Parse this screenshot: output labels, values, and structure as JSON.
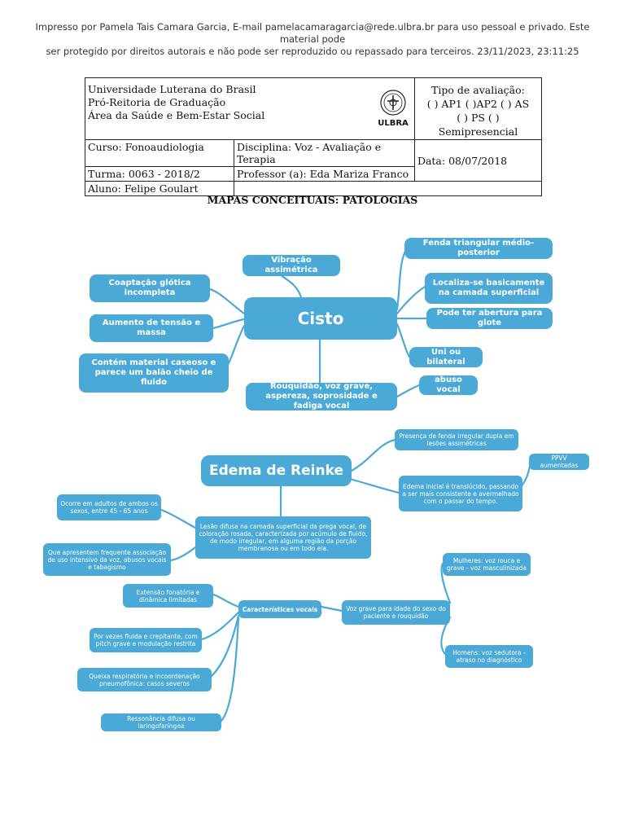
{
  "notice": {
    "line1": "Impresso por Pamela Tais Camara Garcia, E-mail pamelacamaragarcia@rede.ulbra.br para uso pessoal e privado. Este material pode",
    "line2": "ser protegido por direitos autorais e não pode ser reproduzido ou repassado para terceiros. 23/11/2023, 23:11:25"
  },
  "header": {
    "university": "Universidade Luterana do Brasil",
    "prorectory": "Pró-Reitoria de Graduação",
    "area": "Área da Saúde e Bem-Estar Social",
    "logo_text": "ULBRA",
    "eval_title": "Tipo de avaliação:",
    "eval_line1": "( ) AP1  ( )AP2 ( ) AS",
    "eval_line2": "( ) PS  ( ) Semipresencial",
    "course": "Curso: Fonoaudiologia",
    "discipline": "Disciplina: Voz - Avaliação e Terapia",
    "class": "Turma:  0063 - 2018/2",
    "professor": "Professor (a): Eda Mariza Franco",
    "date": "Data: 08/07/2018",
    "student": "Aluno: Felipe Goulart"
  },
  "doc_title": "MAPAS CONCEITUAIS: PATOLOGIAS",
  "cisto": {
    "title": "Cisto",
    "vibracao": "Vibração assimétrica",
    "coaptacao": "Coaptação glótica incompleta",
    "tensao": "Aumento de tensão e massa",
    "caseoso": "Contém material caseoso e parece um balão cheio de fluido",
    "rouquidao": "Rouquidão, voz grave, aspereza, soprosidade e fadiga vocal",
    "fenda": "Fenda triangular médio-posterior",
    "localiza": "Localiza-se basicamente na camada superficial",
    "abertura": "Pode ter abertura para glote",
    "uni": "Uni ou bilateral",
    "abuso": "abuso vocal"
  },
  "edema": {
    "title": "Edema de Reinke",
    "fenda_dupla": "Presença de fenda irregular dupla em lesões assimétricas",
    "ppvv": "PPVV aumentadas",
    "edema_inicial": "Edema inicial é translúcido, passando a ser mais consistente e avermelhado com o passar do tempo.",
    "adultos": "Ocorre em adultos de ambos os sexos, entre 45 - 65 anos",
    "lesao": "Lesão difusa na camada superficial da prega vocal, de coloração rosada, caracterizada por acúmulo de fluido, de modo irregular, em alguma região da porção membranosa ou em todo ela.",
    "associacao": "Que apresentem frequente associação de uso intensivo da voz, abusos vocais e tabagismo",
    "mulheres": "Mulheres: voz rouca e grave - voz masculinizada",
    "extensao": "Extensão fonatória e dinâmica limitadas",
    "caracteristicas": "Características vocais",
    "voz_grave": "Voz grave para idade do sexo do paciente e rouquidão",
    "fluida": "Por vezes fluida e crepitante, com pitch grave e modulação restrita",
    "homens": "Homens: voz sedutora - atraso no diagnóstico",
    "queixa": "Queixa respiratória e incoordenação pneumofônica: casos severos",
    "ressonancia": "Ressonância difusa ou laringofaríngea"
  }
}
